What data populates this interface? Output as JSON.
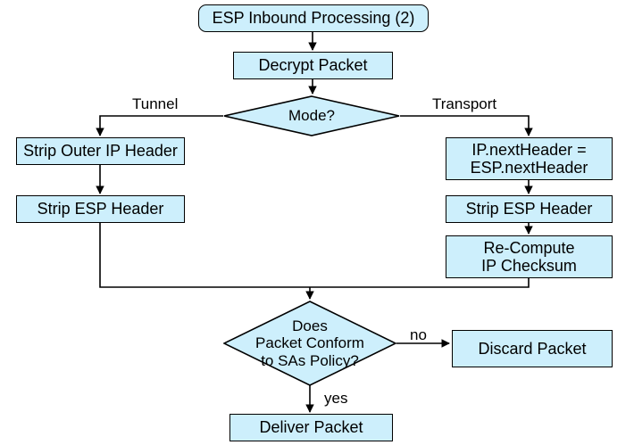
{
  "diagram": {
    "type": "flowchart",
    "title": "ESP Inbound Processing (2)",
    "colors": {
      "node_fill": "#cdeffc",
      "node_border": "#000000",
      "background": "#ffffff",
      "text": "#000000",
      "edge": "#000000"
    },
    "nodes": [
      {
        "id": "start",
        "shape": "terminator",
        "label": "ESP Inbound Processing (2)"
      },
      {
        "id": "decrypt",
        "shape": "process",
        "label": "Decrypt Packet"
      },
      {
        "id": "mode",
        "shape": "decision",
        "label": "Mode?"
      },
      {
        "id": "strip_outer",
        "shape": "process",
        "label": "Strip Outer IP Header"
      },
      {
        "id": "strip_esp_l",
        "shape": "process",
        "label": "Strip ESP Header"
      },
      {
        "id": "nextheader",
        "shape": "process",
        "label": "IP.nextHeader =\nESP.nextHeader"
      },
      {
        "id": "strip_esp_r",
        "shape": "process",
        "label": "Strip ESP Header"
      },
      {
        "id": "recompute",
        "shape": "process",
        "label": "Re-Compute\nIP Checksum"
      },
      {
        "id": "conform",
        "shape": "decision",
        "label": "Does\nPacket Conform\nto SAs Policy?"
      },
      {
        "id": "discard",
        "shape": "process",
        "label": "Discard Packet"
      },
      {
        "id": "deliver",
        "shape": "process",
        "label": "Deliver Packet"
      }
    ],
    "edge_labels": {
      "tunnel": "Tunnel",
      "transport": "Transport",
      "no": "no",
      "yes": "yes"
    },
    "edges": [
      {
        "from": "start",
        "to": "decrypt",
        "label": ""
      },
      {
        "from": "decrypt",
        "to": "mode",
        "label": ""
      },
      {
        "from": "mode",
        "to": "strip_outer",
        "label": "Tunnel"
      },
      {
        "from": "mode",
        "to": "nextheader",
        "label": "Transport"
      },
      {
        "from": "strip_outer",
        "to": "strip_esp_l",
        "label": ""
      },
      {
        "from": "nextheader",
        "to": "strip_esp_r",
        "label": ""
      },
      {
        "from": "strip_esp_r",
        "to": "recompute",
        "label": ""
      },
      {
        "from": "strip_esp_l",
        "to": "conform",
        "label": ""
      },
      {
        "from": "recompute",
        "to": "conform",
        "label": ""
      },
      {
        "from": "conform",
        "to": "discard",
        "label": "no"
      },
      {
        "from": "conform",
        "to": "deliver",
        "label": "yes"
      }
    ]
  }
}
